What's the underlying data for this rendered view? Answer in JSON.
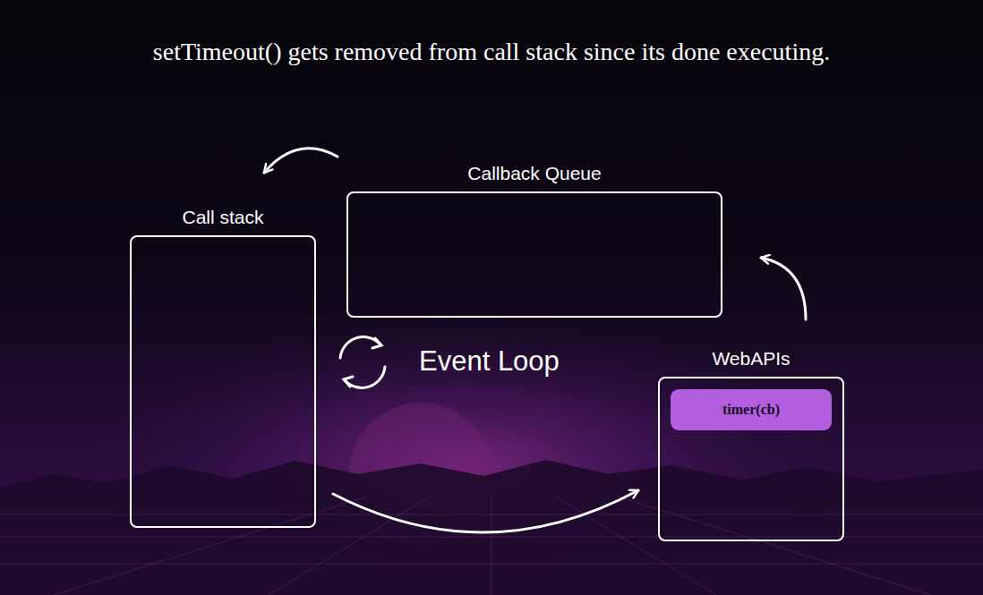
{
  "diagram": {
    "title": "setTimeout() gets removed from call stack since its done executing.",
    "nodes": [
      {
        "text": [
          "Call stack"
        ]
      },
      {
        "text": [
          "Callback Queue"
        ]
      },
      {
        "text": [
          "WebAPIs"
        ]
      },
      {
        "text": [
          "timer(cb)"
        ],
        "in": 2
      }
    ],
    "edges": [
      {
        "from": 0,
        "to": 2,
        "arrow": "to"
      },
      {
        "from": 2,
        "to": 1,
        "arrow": "to"
      },
      {
        "from": 1,
        "to": 0,
        "arrow": "to"
      }
    ],
    "labels": [
      "Event Loop"
    ]
  }
}
